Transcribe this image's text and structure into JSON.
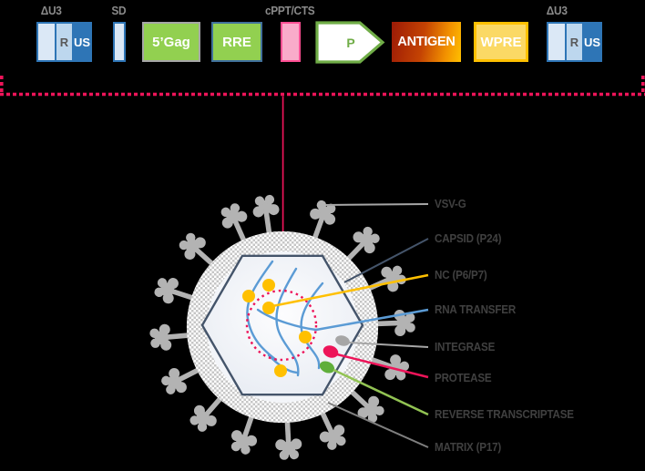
{
  "construct": {
    "ltr5": {
      "label": "ΔU3",
      "cells": [
        "",
        "R",
        "US"
      ]
    },
    "sd": {
      "label": "SD"
    },
    "gag_label": "5’Gag",
    "rre_label": "RRE",
    "cppt": {
      "label": "cPPT/CTS"
    },
    "promoter_label": "P",
    "antigen_label": "ANTIGEN",
    "wpre_label": "WPRE",
    "ltr3": {
      "label": "ΔU3",
      "cells": [
        "",
        "R",
        "US"
      ]
    }
  },
  "virus_callouts": [
    {
      "label": "VSV-G",
      "color": "#a6a6a6"
    },
    {
      "label": "CAPSID (P24)",
      "color": "#44546a"
    },
    {
      "label": "NC (P6/P7)",
      "color": "#ffc000"
    },
    {
      "label": "RNA TRANSFER",
      "color": "#5b9bd5"
    },
    {
      "label": "INTEGRASE",
      "color": "#a6a6a6"
    },
    {
      "label": "PROTEASE",
      "color": "#ed1459"
    },
    {
      "label": "REVERSE TRANSCRIPTASE",
      "color": "#92c353"
    },
    {
      "label": "MATRIX (P17)",
      "color": "#7f7f7f"
    }
  ],
  "palette": {
    "accent_pink": "#ed1459",
    "ltr_blue": "#2e75b6",
    "ltr_light_blue": "#bdd7ee",
    "ltr_pale_blue": "#dbe8f6",
    "gene_green": "#92d050",
    "promoter_green": "#70ad47",
    "capsid_slate": "#44546a",
    "nc_gold": "#ffc000",
    "rna_blue": "#5b9bd5",
    "rt_green": "#92c353",
    "spike_gray": "#b3b3b3",
    "label_gray": "#404040",
    "antigen_gradient_from": "#9c1a06",
    "antigen_gradient_to": "#ffc000",
    "wpre_fill": "#fbd965"
  }
}
